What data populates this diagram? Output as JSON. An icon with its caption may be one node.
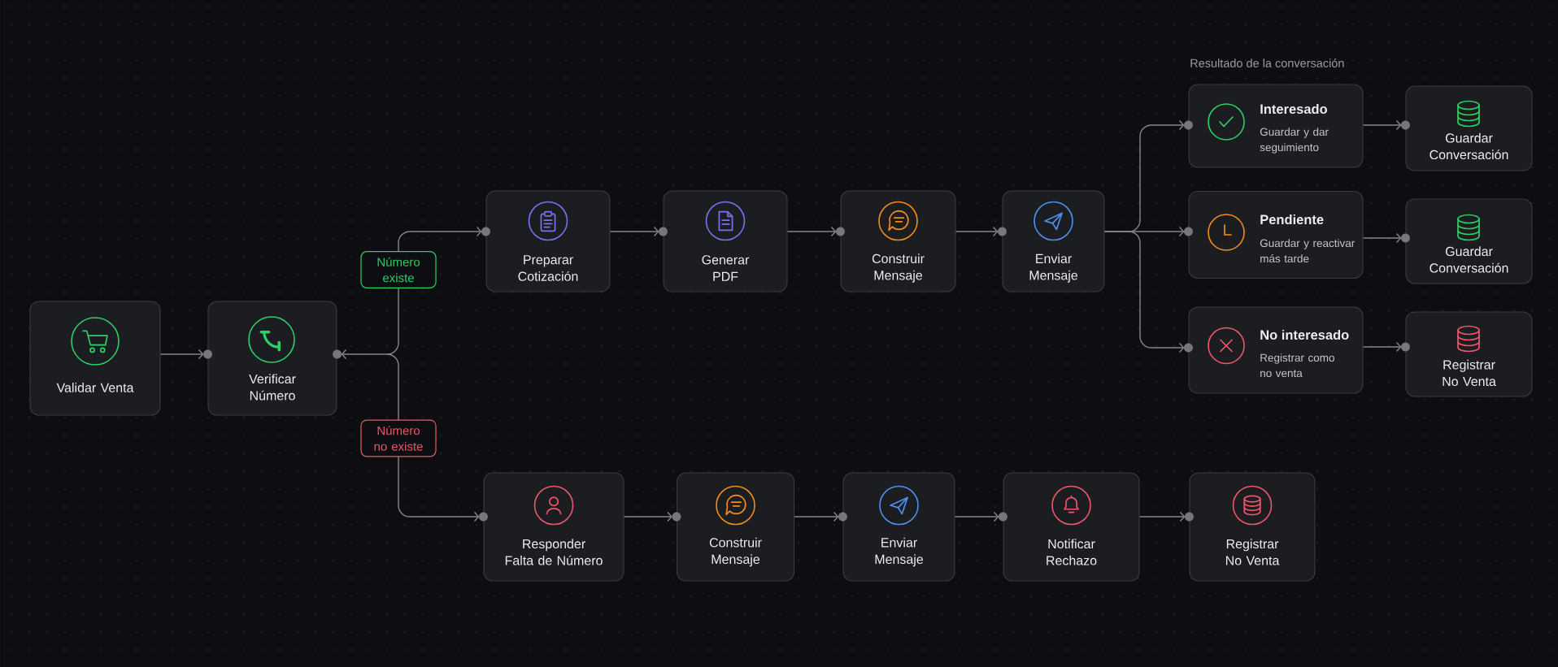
{
  "diagram": {
    "nodes": [
      {
        "text": [
          "Validar Venta"
        ]
      },
      {
        "text": [
          "Verificar Número"
        ]
      },
      {
        "text": [
          "Preparar Cotización"
        ]
      },
      {
        "text": [
          "Generar PDF"
        ]
      },
      {
        "text": [
          "Construir Mensaje"
        ]
      },
      {
        "text": [
          "Enviar Mensaje"
        ]
      },
      {
        "text": [
          "Interesado",
          "Guardar y dar seguimiento"
        ]
      },
      {
        "text": [
          "Guardar Conversación"
        ]
      },
      {
        "text": [
          "Pendiente",
          "Guardar y reactivar más tarde"
        ]
      },
      {
        "text": [
          "Guardar Conversación"
        ]
      },
      {
        "text": [
          "No interesado",
          "Registrar como no venta"
        ]
      },
      {
        "text": [
          "Registrar No Venta"
        ]
      },
      {
        "text": [
          "Responder Falta de Número"
        ]
      },
      {
        "text": [
          "Construir Mensaje"
        ]
      },
      {
        "text": [
          "Enviar Mensaje"
        ]
      },
      {
        "text": [
          "Notificar Rechazo"
        ]
      },
      {
        "text": [
          "Registrar No Venta"
        ]
      }
    ],
    "edges": [
      {
        "from": 0,
        "to": 1,
        "arrow": "to"
      },
      {
        "from": 1,
        "to": 2,
        "arrow": "both",
        "label": "Número existe"
      },
      {
        "from": 1,
        "to": 12,
        "arrow": "both",
        "label": "Número no existe"
      },
      {
        "from": 2,
        "to": 3,
        "arrow": "to"
      },
      {
        "from": 3,
        "to": 4,
        "arrow": "to"
      },
      {
        "from": 4,
        "to": 5,
        "arrow": "to"
      },
      {
        "from": 5,
        "to": 6,
        "arrow": "to"
      },
      {
        "from": 5,
        "to": 8,
        "arrow": "to"
      },
      {
        "from": 5,
        "to": 10,
        "arrow": "to"
      },
      {
        "from": 6,
        "to": 7,
        "arrow": "to"
      },
      {
        "from": 8,
        "to": 9,
        "arrow": "to"
      },
      {
        "from": 10,
        "to": 11,
        "arrow": "to"
      },
      {
        "from": 12,
        "to": 13,
        "arrow": "to"
      },
      {
        "from": 13,
        "to": 14,
        "arrow": "to"
      },
      {
        "from": 14,
        "to": 15,
        "arrow": "to"
      },
      {
        "from": 15,
        "to": 16,
        "arrow": "to"
      }
    ],
    "labels": [
      "Resultado de la conversación"
    ]
  }
}
